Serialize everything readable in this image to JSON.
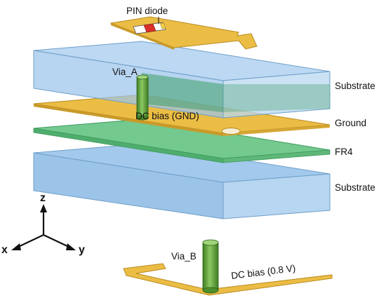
{
  "labels": {
    "pin_diode": "PIN diode",
    "via_a": "Via_A",
    "via_b": "Via_B",
    "dc_bias_gnd": "DC bias (GND)",
    "dc_bias_08v": "DC bias (0.8 V)"
  },
  "layers": [
    {
      "name": "Substrate",
      "color": "#a9cdef"
    },
    {
      "name": "Ground",
      "color": "#e9b93c"
    },
    {
      "name": "FR4",
      "color": "#6cc58a"
    },
    {
      "name": "Substrate",
      "color": "#a9cdef"
    }
  ],
  "axes": {
    "x": "x",
    "y": "y",
    "z": "z"
  },
  "colors": {
    "metal": "#e9b93c",
    "substrate": "#a9cdef",
    "fr4": "#6cc58a",
    "via": "#5fa332",
    "diode_red": "#d9302a"
  }
}
